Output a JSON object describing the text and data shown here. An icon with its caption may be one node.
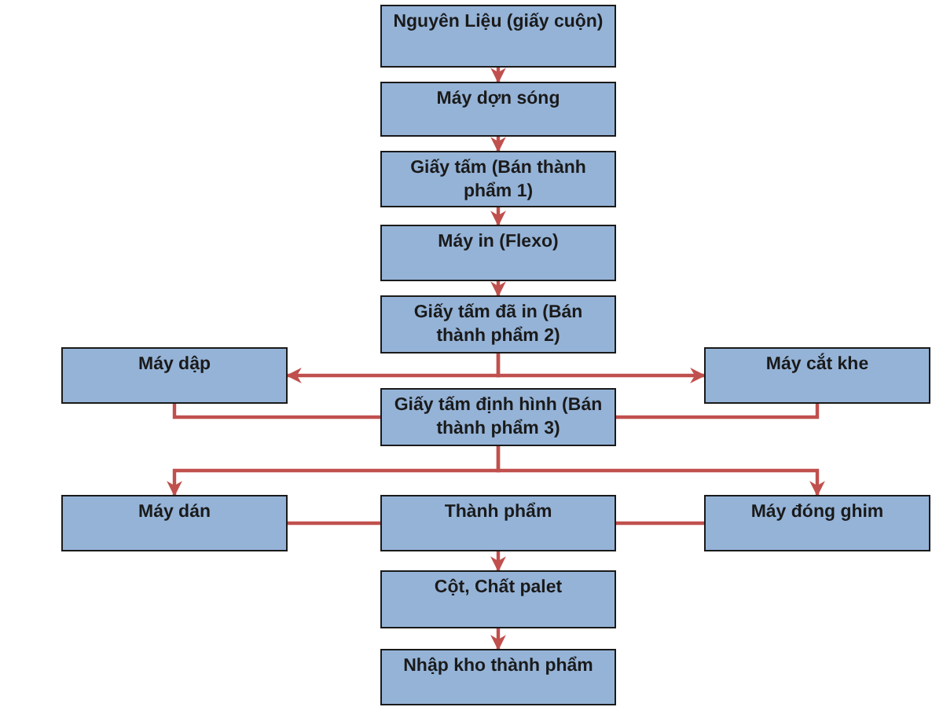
{
  "diagram": {
    "nodes": [
      {
        "text": [
          "Nguyên Liệu (giấy cuộn)"
        ]
      },
      {
        "text": [
          "Máy dợn sóng"
        ]
      },
      {
        "text": [
          "Giấy tấm (Bán thành phẩm 1)"
        ]
      },
      {
        "text": [
          "Máy in (Flexo)"
        ]
      },
      {
        "text": [
          "Giấy tấm đã in (Bán thành phẩm 2)"
        ]
      },
      {
        "text": [
          "Máy dập"
        ]
      },
      {
        "text": [
          "Máy cắt khe"
        ]
      },
      {
        "text": [
          "Giấy tấm định hình (Bán thành phẩm 3)"
        ]
      },
      {
        "text": [
          "Máy dán"
        ]
      },
      {
        "text": [
          "Thành phẩm"
        ]
      },
      {
        "text": [
          "Máy đóng ghim"
        ]
      },
      {
        "text": [
          "Cột, Chất palet"
        ]
      },
      {
        "text": [
          "Nhập kho thành phẩm"
        ]
      }
    ],
    "edges": [
      {
        "from": 0,
        "to": 1,
        "arrow": "to"
      },
      {
        "from": 1,
        "to": 2,
        "arrow": "to"
      },
      {
        "from": 2,
        "to": 3,
        "arrow": "to"
      },
      {
        "from": 3,
        "to": 4,
        "arrow": "to"
      },
      {
        "from": 4,
        "to": 5,
        "arrow": "to"
      },
      {
        "from": 4,
        "to": 6,
        "arrow": "to"
      },
      {
        "from": 5,
        "to": 7,
        "arrow": "none"
      },
      {
        "from": 6,
        "to": 7,
        "arrow": "none"
      },
      {
        "from": 7,
        "to": 8,
        "arrow": "to"
      },
      {
        "from": 7,
        "to": 10,
        "arrow": "to"
      },
      {
        "from": 8,
        "to": 9,
        "arrow": "none"
      },
      {
        "from": 10,
        "to": 9,
        "arrow": "none"
      },
      {
        "from": 9,
        "to": 11,
        "arrow": "to"
      },
      {
        "from": 11,
        "to": 12,
        "arrow": "to"
      }
    ]
  }
}
